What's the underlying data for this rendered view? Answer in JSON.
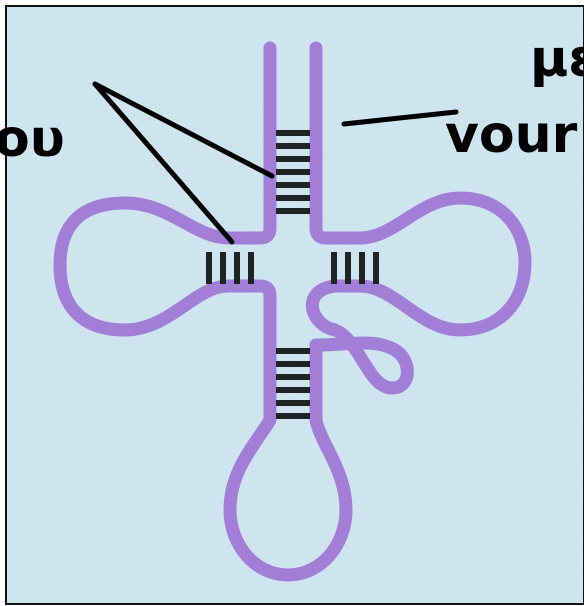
{
  "diagram": {
    "background_color": "#cfe6f2",
    "strand_color": "#a27fd6",
    "pair_color": "#1e2326",
    "line_color": "#000000",
    "labels": {
      "top_right_1": "με",
      "top_right_2": "vour",
      "left": "ου"
    },
    "stems": [
      {
        "name": "acceptor-stem",
        "base_pairs": 7
      },
      {
        "name": "left-arm-stem",
        "base_pairs": 4
      },
      {
        "name": "right-arm-stem",
        "base_pairs": 4
      },
      {
        "name": "anticodon-stem",
        "base_pairs": 6
      }
    ]
  }
}
